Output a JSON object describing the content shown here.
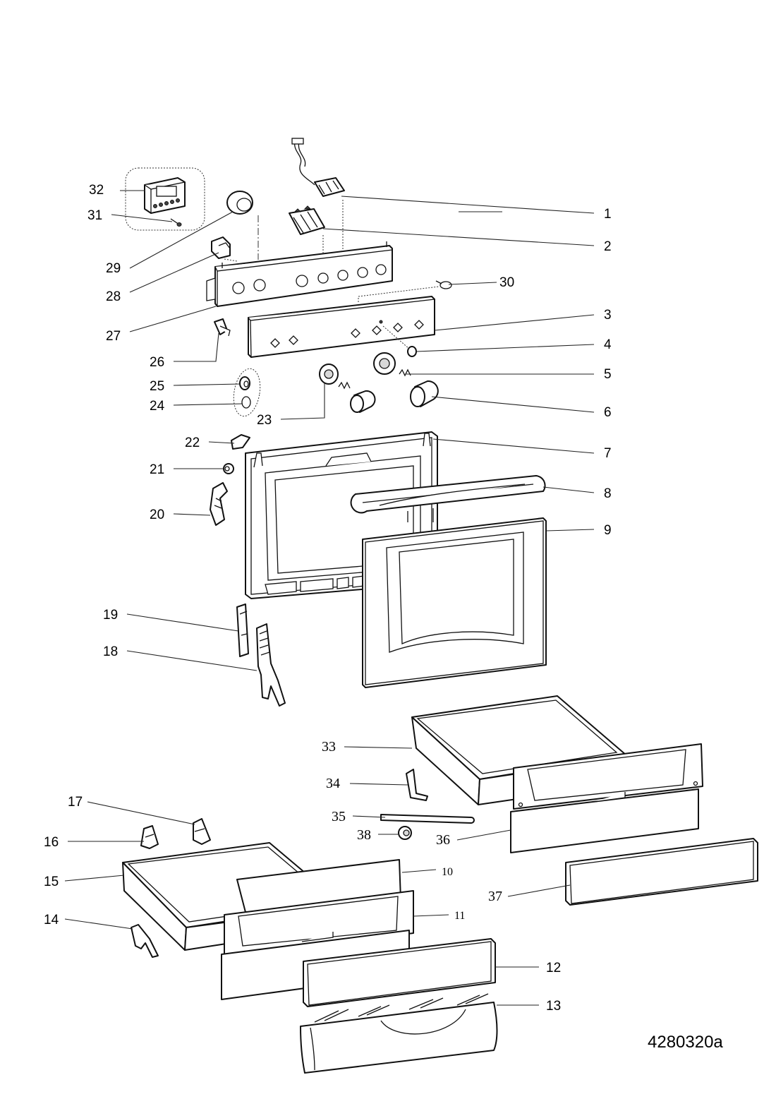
{
  "diagram_code": "4280320a",
  "callouts": {
    "c1": "1",
    "c2": "2",
    "c3": "3",
    "c4": "4",
    "c5": "5",
    "c6": "6",
    "c7": "7",
    "c8": "8",
    "c9": "9",
    "c10": "10",
    "c11": "11",
    "c12": "12",
    "c13": "13",
    "c14": "14",
    "c15": "15",
    "c16": "16",
    "c17": "17",
    "c18": "18",
    "c19": "19",
    "c20": "20",
    "c21": "21",
    "c22": "22",
    "c23": "23",
    "c24": "24",
    "c25": "25",
    "c26": "26",
    "c27": "27",
    "c28": "28",
    "c29": "29",
    "c30": "30",
    "c31": "31",
    "c32": "32",
    "c33": "33",
    "c34": "34",
    "c35": "35",
    "c36": "36",
    "c37": "37",
    "c38": "38"
  }
}
